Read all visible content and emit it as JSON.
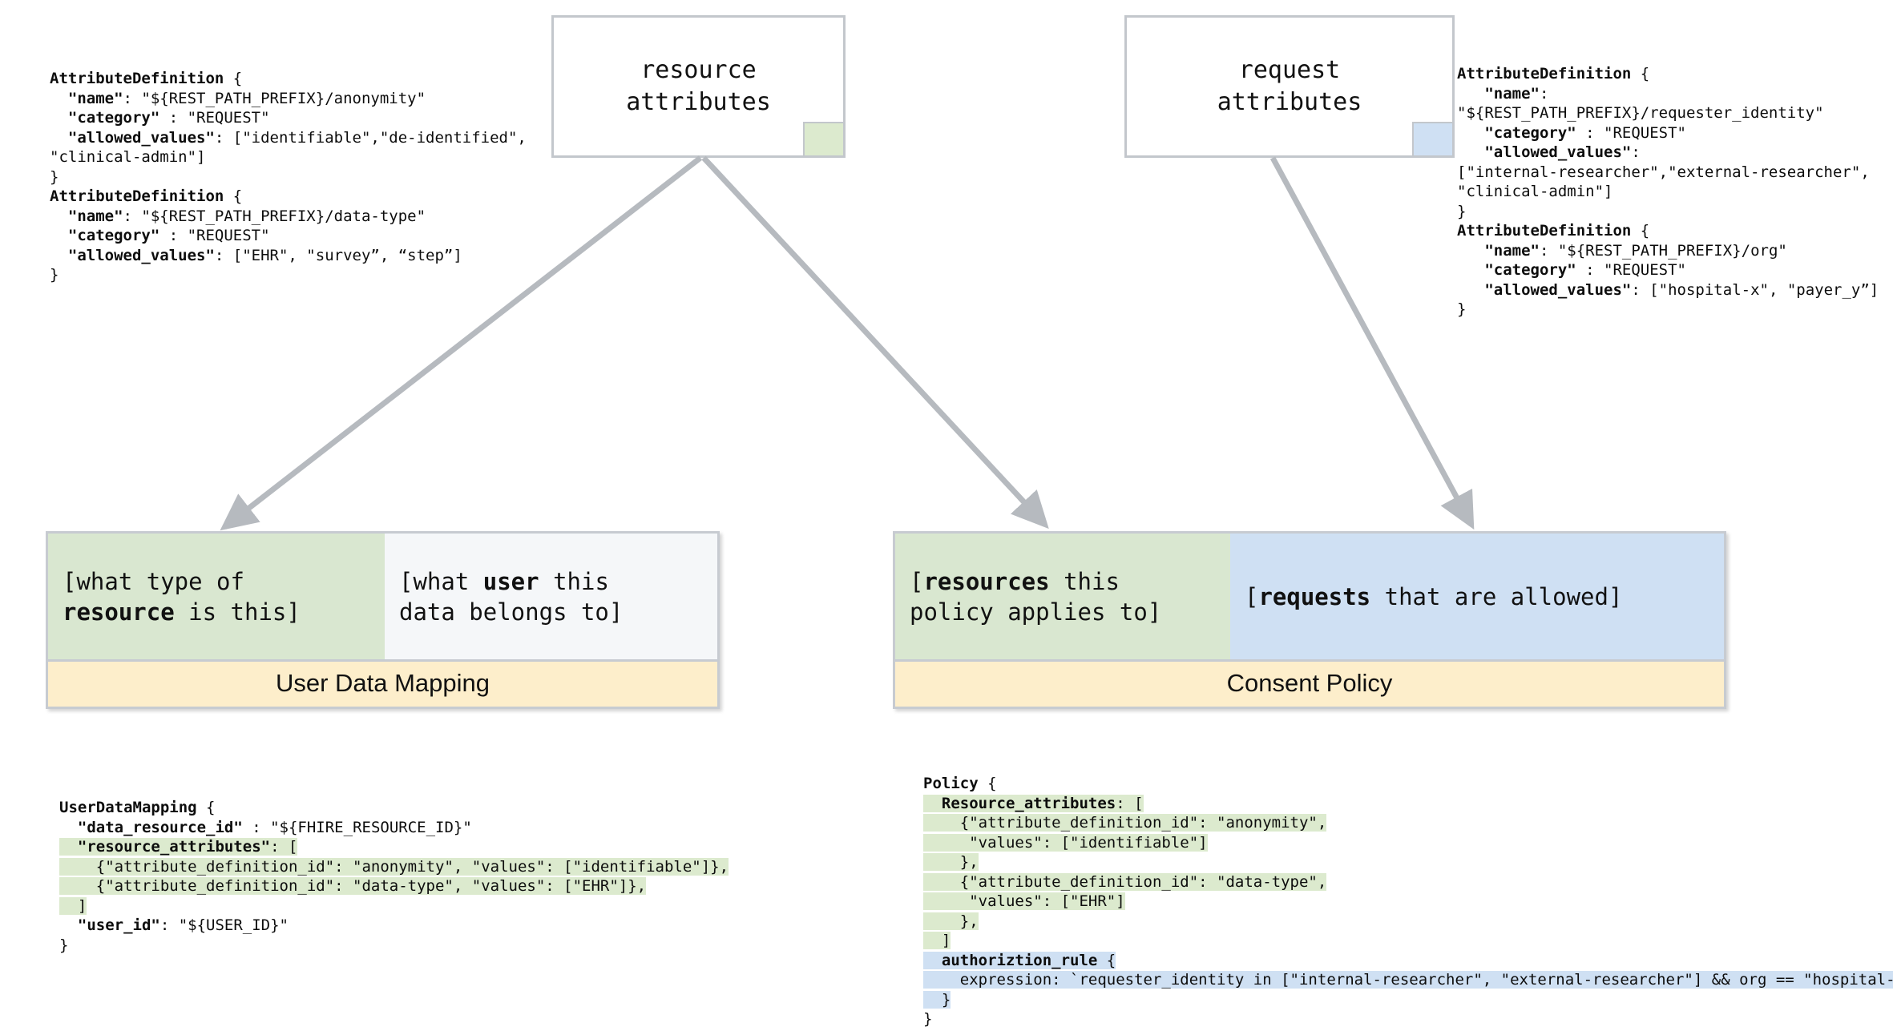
{
  "colors": {
    "resource_green": "#d9e7d0",
    "request_blue": "#cfe0f3",
    "label_yellow": "#fdeecb",
    "border_gray": "#c3c7cc",
    "arrow_gray": "#b6babf"
  },
  "top_boxes": {
    "resource": {
      "label": "resource\nattributes",
      "swatch": "green-swatch"
    },
    "request": {
      "label": "request\nattributes",
      "swatch": "blue-swatch"
    }
  },
  "attribute_definitions_left": {
    "lines": [
      "AttributeDefinition {",
      "  \"name\": \"${REST_PATH_PREFIX}/anonymity\"",
      "  \"category\" : \"REQUEST\"",
      "  \"allowed_values\": [\"identifiable\",\"de-identified\",",
      "\"clinical-admin\"]",
      "}",
      "AttributeDefinition {",
      "  \"name\": \"${REST_PATH_PREFIX}/data-type\"",
      "  \"category\" : \"REQUEST\"",
      "  \"allowed_values\": [\"EHR\", \"survey”, “step”]",
      "}"
    ]
  },
  "attribute_definitions_right": {
    "lines": [
      "AttributeDefinition {",
      "   \"name\":",
      "\"${REST_PATH_PREFIX}/requester_identity\"",
      "   \"category\" : \"REQUEST\"",
      "   \"allowed_values\":",
      "[\"internal-researcher\",\"external-researcher\",",
      "\"clinical-admin\"]",
      "}",
      "AttributeDefinition {",
      "   \"name\": \"${REST_PATH_PREFIX}/org\"",
      "   \"category\" : \"REQUEST\"",
      "   \"allowed_values\": [\"hospital-x\", \"payer_y”]",
      "}"
    ]
  },
  "user_data_mapping": {
    "title": "User Data Mapping",
    "left_cell": "[what type of\nresource is this]",
    "right_cell": "[what user this\ndata belongs to]",
    "left_cell_plain": "[what type of resource is this]",
    "right_cell_plain": "[what user this data belongs to]",
    "left_bold_word": "resource",
    "right_bold_word": "user"
  },
  "consent_policy": {
    "title": "Consent Policy",
    "left_cell": "[resources this\npolicy applies to]",
    "right_cell": "[requests that are allowed]",
    "left_bold_word": "resources",
    "right_bold_word": "requests"
  },
  "user_data_mapping_code": {
    "lines": [
      {
        "text": "UserDataMapping {",
        "hl": "none",
        "bold": true
      },
      {
        "text": "  \"data_resource_id\" : \"${FHIRE_RESOURCE_ID}\"",
        "hl": "none"
      },
      {
        "text": "  \"resource_attributes\": [",
        "hl": "green"
      },
      {
        "text": "    {\"attribute_definition_id\": \"anonymity\", \"values\": [\"identifiable\"]},",
        "hl": "green"
      },
      {
        "text": "    {\"attribute_definition_id\": \"data-type\", \"values\": [\"EHR\"]},",
        "hl": "green"
      },
      {
        "text": "  ]",
        "hl": "green"
      },
      {
        "text": "  \"user_id\": \"${USER_ID}\"",
        "hl": "none"
      },
      {
        "text": "}",
        "hl": "none"
      }
    ]
  },
  "policy_code": {
    "lines": [
      {
        "text": "Policy {",
        "hl": "none"
      },
      {
        "text": "  Resource_attributes: [",
        "hl": "green"
      },
      {
        "text": "    {\"attribute_definition_id\": \"anonymity\",",
        "hl": "green"
      },
      {
        "text": "     \"values\": [\"identifiable\"]",
        "hl": "green"
      },
      {
        "text": "    },",
        "hl": "green"
      },
      {
        "text": "    {\"attribute_definition_id\": \"data-type\",",
        "hl": "green"
      },
      {
        "text": "     \"values\": [\"EHR\"]",
        "hl": "green"
      },
      {
        "text": "    },",
        "hl": "green"
      },
      {
        "text": "  ]",
        "hl": "green"
      },
      {
        "text": "  authoriztion_rule {",
        "hl": "blue"
      },
      {
        "text": "    expression: `requester_identity in [\"internal-researcher\", \"external-researcher\"] && org == \"hospital-x\"`",
        "hl": "blue"
      },
      {
        "text": "  }",
        "hl": "blue"
      },
      {
        "text": "}",
        "hl": "none"
      }
    ]
  },
  "arrows": [
    {
      "name": "resource-to-user-data-mapping",
      "from": "resource attributes",
      "to": "User Data Mapping resource cell"
    },
    {
      "name": "resource-to-consent-policy",
      "from": "resource attributes",
      "to": "Consent Policy resource cell"
    },
    {
      "name": "request-to-consent-policy",
      "from": "request attributes",
      "to": "Consent Policy request cell"
    }
  ]
}
